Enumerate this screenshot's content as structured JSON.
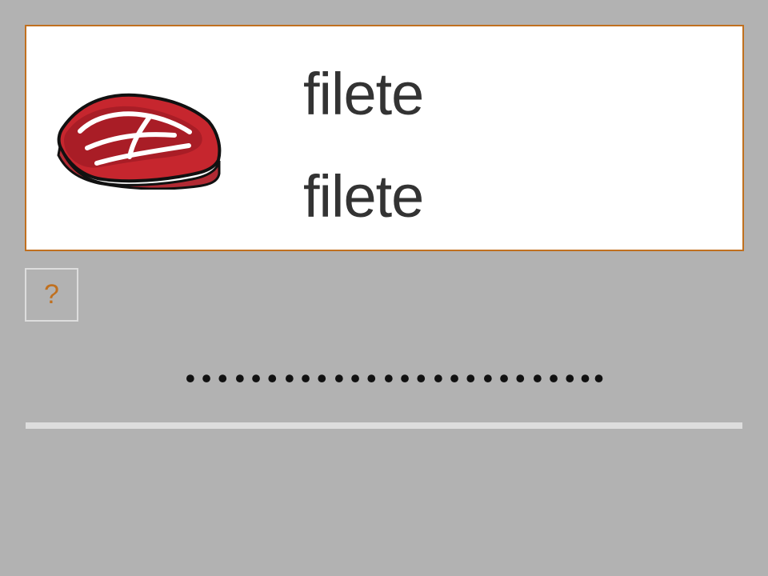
{
  "card": {
    "image": {
      "icon": "meat-steak-icon",
      "alt": "filete"
    },
    "words": [
      "filete",
      "filete"
    ]
  },
  "help_button": {
    "label": "?"
  },
  "answer": {
    "placeholder": "…………………….."
  },
  "colors": {
    "background": "#b2b2b2",
    "card_border": "#c0701f",
    "text": "#333333",
    "accent": "#c0701f"
  }
}
